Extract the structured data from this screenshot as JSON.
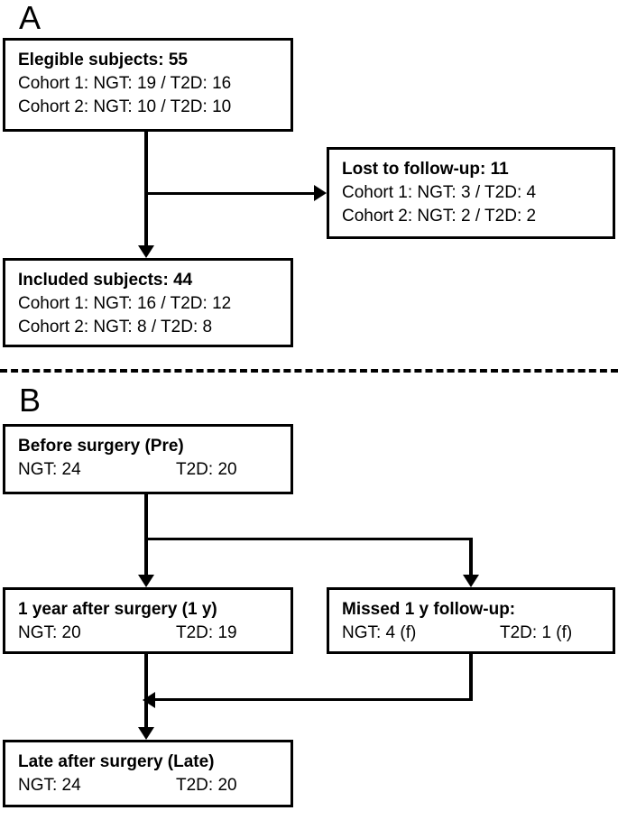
{
  "figure": {
    "type": "flow-diagram",
    "panels": [
      {
        "letter": "A",
        "nodes": [
          {
            "id": "eligible",
            "title": "Elegible subjects: 55",
            "lines": [
              "Cohort 1: NGT: 19 / T2D: 16",
              "Cohort 2: NGT: 10 / T2D: 10"
            ]
          },
          {
            "id": "lost",
            "title": "Lost to follow-up: 11",
            "lines": [
              "Cohort 1: NGT: 3 / T2D: 4",
              "Cohort 2: NGT: 2 / T2D: 2"
            ]
          },
          {
            "id": "included",
            "title": "Included subjects: 44",
            "lines": [
              "Cohort 1: NGT: 16 / T2D: 12",
              "Cohort 2: NGT: 8 / T2D: 8"
            ]
          }
        ]
      },
      {
        "letter": "B",
        "nodes": [
          {
            "id": "pre",
            "title": "Before surgery (Pre)",
            "col_a": "NGT: 24",
            "col_b": "T2D: 20"
          },
          {
            "id": "oneyear",
            "title": "1 year after surgery (1 y)",
            "col_a": "NGT: 20",
            "col_b": "T2D: 19"
          },
          {
            "id": "missed",
            "title": "Missed 1 y follow-up:",
            "col_a": "NGT: 4 (f)",
            "col_b": "T2D: 1 (f)"
          },
          {
            "id": "late",
            "title": "Late after surgery (Late)",
            "col_a": "NGT: 24",
            "col_b": "T2D: 20"
          }
        ]
      }
    ],
    "colors": {
      "stroke": "#000000",
      "background": "#ffffff",
      "text": "#000000"
    }
  }
}
